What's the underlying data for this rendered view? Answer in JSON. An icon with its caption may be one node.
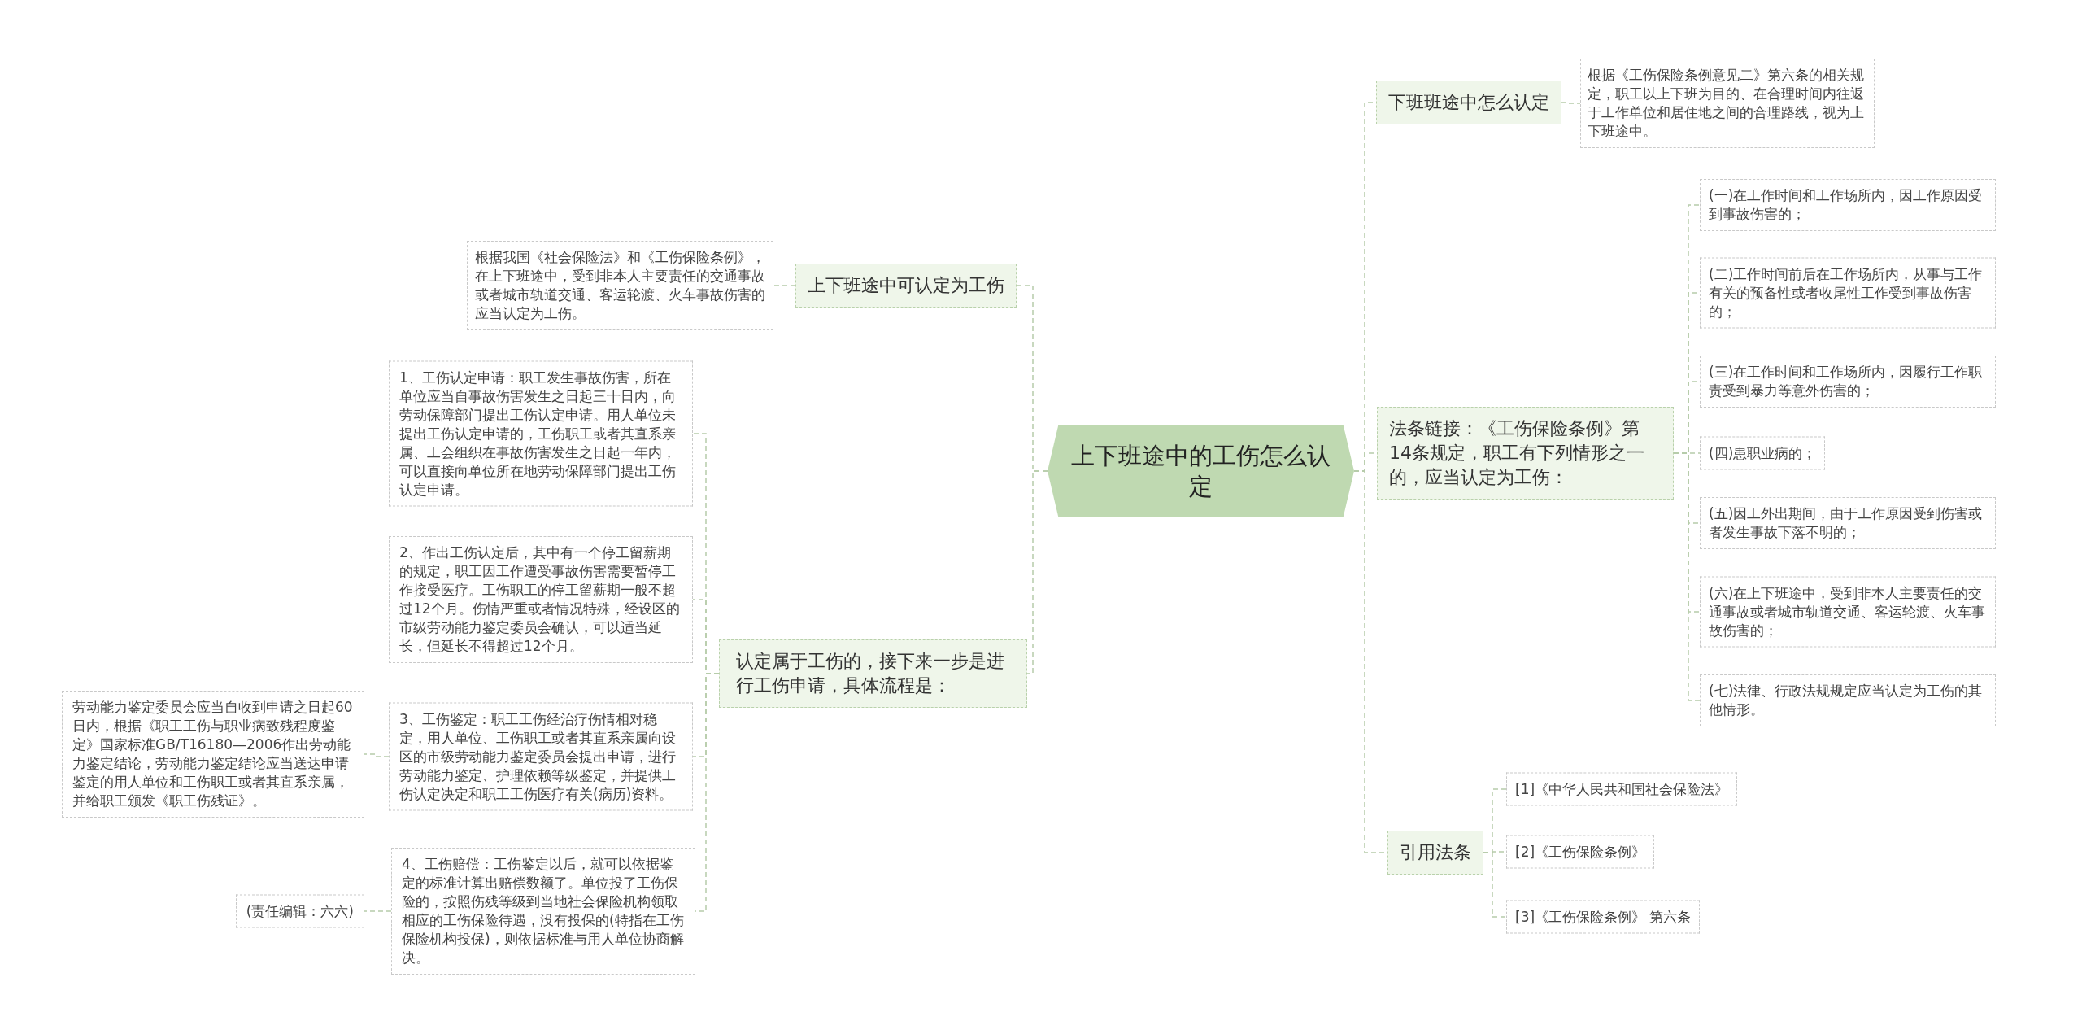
{
  "diagram": {
    "nodes": [
      {
        "text": [
          "上下班途中的工伤怎么认定"
        ]
      },
      {
        "text": [
          "上下班途中可认定为工伤"
        ]
      },
      {
        "text": [
          "根据我国《社会保险法》和《工伤保险条例》，在上下班途中，受到非本人主要责任的交通事故或者城市轨道交通、客运轮渡、火车事故伤害的应当认定为工伤。"
        ]
      },
      {
        "text": [
          "认定属于工伤的，接下来一步是进行工伤申请，具体流程是："
        ]
      },
      {
        "text": [
          "1、工伤认定申请：职工发生事故伤害，所在单位应当自事故伤害发生之日起三十日内，向劳动保障部门提出工伤认定申请。用人单位未提出工伤认定申请的，工伤职工或者其直系亲属、工会组织在事故伤害发生之日起一年内，可以直接向单位所在地劳动保障部门提出工伤认定申请。"
        ]
      },
      {
        "text": [
          "2、作出工伤认定后，其中有一个停工留薪期的规定，职工因工作遭受事故伤害需要暂停工作接受医疗。工伤职工的停工留薪期一般不超过12个月。伤情严重或者情况特殊，经设区的市级劳动能力鉴定委员会确认，可以适当延长，但延长不得超过12个月。"
        ]
      },
      {
        "text": [
          "3、工伤鉴定：职工工伤经治疗伤情相对稳定，用人单位、工伤职工或者其直系亲属向设区的市级劳动能力鉴定委员会提出申请，进行劳动能力鉴定、护理依赖等级鉴定，并提供工伤认定决定和职工工伤医疗有关(病历)资料。"
        ]
      },
      {
        "text": [
          "劳动能力鉴定委员会应当自收到申请之日起60日内，根据《职工工伤与职业病致残程度鉴定》国家标准GB/T16180—2006作出劳动能力鉴定结论，劳动能力鉴定结论应当送达申请鉴定的用人单位和工伤职工或者其直系亲属，并给职工颁发《职工伤残证》。"
        ]
      },
      {
        "text": [
          "4、工伤赔偿：工伤鉴定以后，就可以依据鉴定的标准计算出赔偿数额了。单位投了工伤保险的，按照伤残等级到当地社会保险机构领取相应的工伤保险待遇，没有投保的(特指在工伤保险机构投保)，则依据标准与用人单位协商解决。"
        ]
      },
      {
        "text": [
          "(责任编辑：六六)"
        ]
      },
      {
        "text": [
          "下班班途中怎么认定"
        ]
      },
      {
        "text": [
          "根据《工伤保险条例意见二》第六条的相关规定，职工以上下班为目的、在合理时间内往返于工作单位和居住地之间的合理路线，视为上下班途中。"
        ]
      },
      {
        "text": [
          "法条链接：《工伤保险条例》第14条规定，职工有下列情形之一的，应当认定为工伤："
        ]
      },
      {
        "text": [
          "(一)在工作时间和工作场所内，因工作原因受到事故伤害的；"
        ]
      },
      {
        "text": [
          "(二)工作时间前后在工作场所内，从事与工作有关的预备性或者收尾性工作受到事故伤害的；"
        ]
      },
      {
        "text": [
          "(三)在工作时间和工作场所内，因履行工作职责受到暴力等意外伤害的；"
        ]
      },
      {
        "text": [
          "(四)患职业病的；"
        ]
      },
      {
        "text": [
          "(五)因工外出期间，由于工作原因受到伤害或者发生事故下落不明的；"
        ]
      },
      {
        "text": [
          "(六)在上下班途中，受到非本人主要责任的交通事故或者城市轨道交通、客运轮渡、火车事故伤害的；"
        ]
      },
      {
        "text": [
          "(七)法律、行政法规规定应当认定为工伤的其他情形。"
        ]
      },
      {
        "text": [
          "引用法条"
        ]
      },
      {
        "text": [
          "[1]《中华人民共和国社会保险法》"
        ]
      },
      {
        "text": [
          "[2]《工伤保险条例》"
        ]
      },
      {
        "text": [
          "[3]《工伤保险条例》 第六条"
        ]
      }
    ],
    "edges": [
      {
        "from": 0,
        "to": 1,
        "arrow": "none"
      },
      {
        "from": 1,
        "to": 2,
        "arrow": "none"
      },
      {
        "from": 0,
        "to": 3,
        "arrow": "none"
      },
      {
        "from": 3,
        "to": 4,
        "arrow": "none"
      },
      {
        "from": 3,
        "to": 5,
        "arrow": "none"
      },
      {
        "from": 3,
        "to": 6,
        "arrow": "none"
      },
      {
        "from": 6,
        "to": 7,
        "arrow": "none"
      },
      {
        "from": 3,
        "to": 8,
        "arrow": "none"
      },
      {
        "from": 8,
        "to": 9,
        "arrow": "none"
      },
      {
        "from": 0,
        "to": 10,
        "arrow": "none"
      },
      {
        "from": 10,
        "to": 11,
        "arrow": "none"
      },
      {
        "from": 0,
        "to": 12,
        "arrow": "none"
      },
      {
        "from": 12,
        "to": 13,
        "arrow": "none"
      },
      {
        "from": 12,
        "to": 14,
        "arrow": "none"
      },
      {
        "from": 12,
        "to": 15,
        "arrow": "none"
      },
      {
        "from": 12,
        "to": 16,
        "arrow": "none"
      },
      {
        "from": 12,
        "to": 17,
        "arrow": "none"
      },
      {
        "from": 12,
        "to": 18,
        "arrow": "none"
      },
      {
        "from": 12,
        "to": 19,
        "arrow": "none"
      },
      {
        "from": 0,
        "to": 20,
        "arrow": "none"
      },
      {
        "from": 20,
        "to": 21,
        "arrow": "none"
      },
      {
        "from": 20,
        "to": 22,
        "arrow": "none"
      },
      {
        "from": 20,
        "to": 23,
        "arrow": "none"
      }
    ]
  }
}
